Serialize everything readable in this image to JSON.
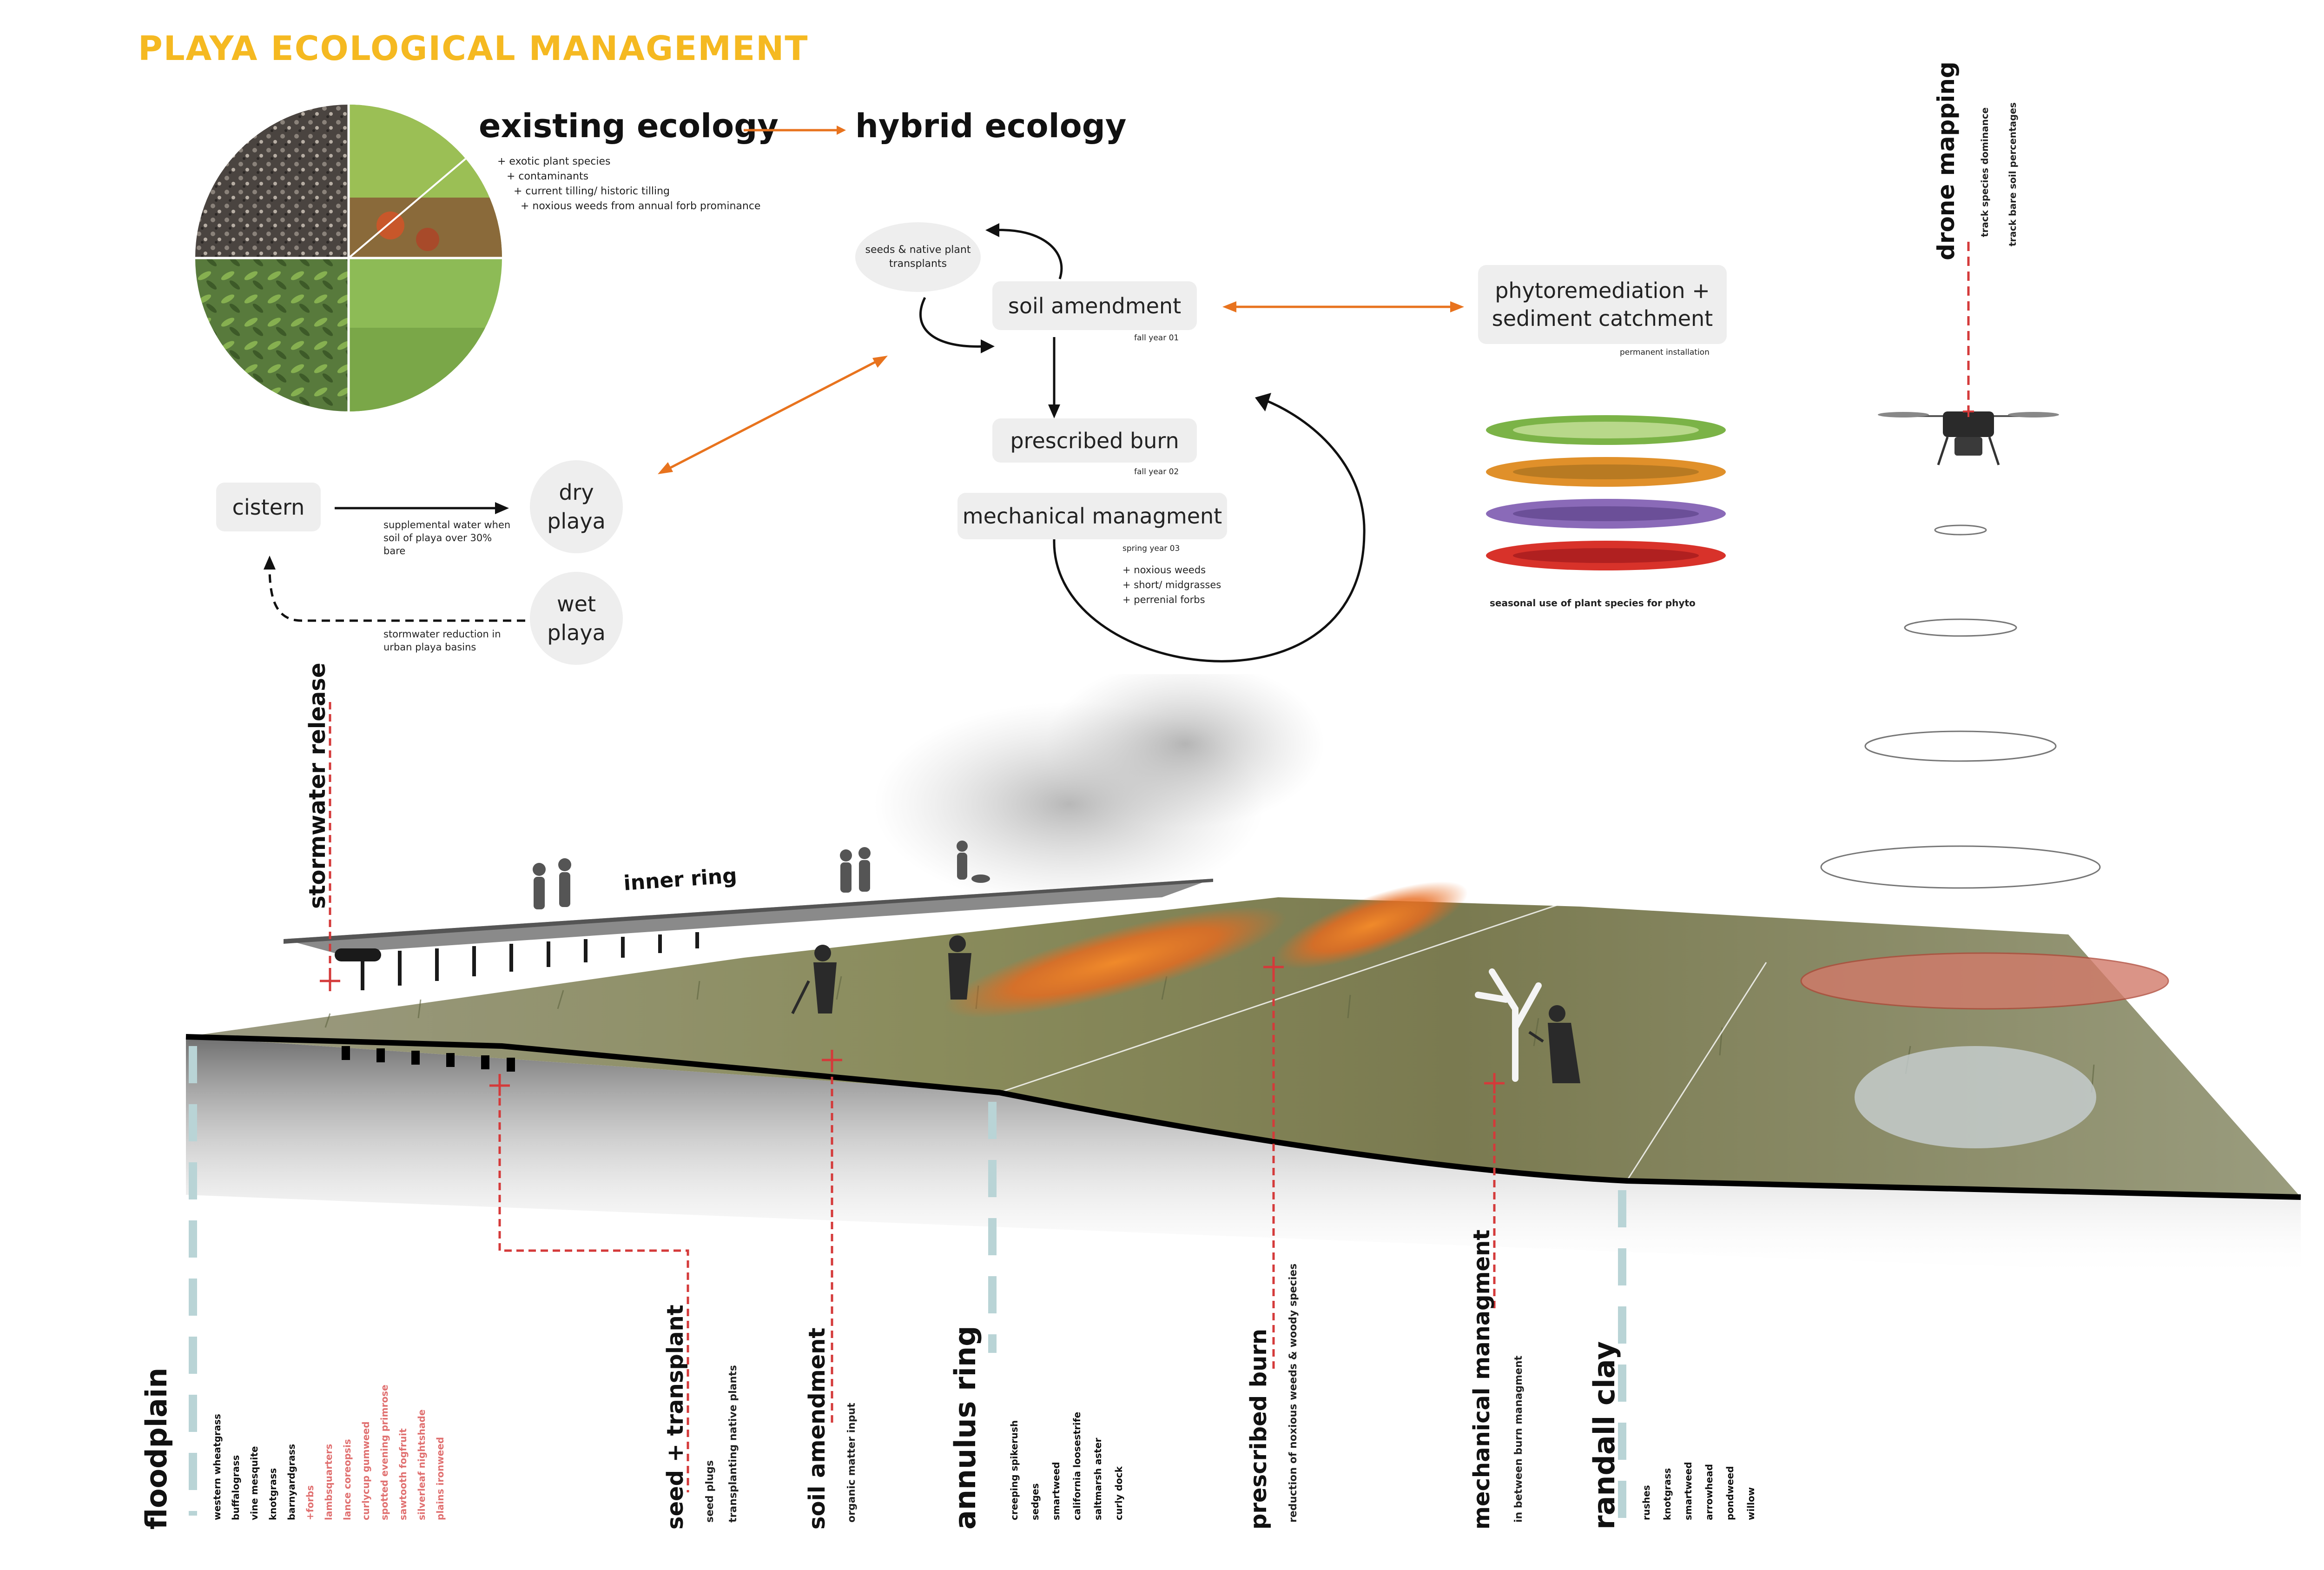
{
  "header": {
    "title": "PLAYA ECOLOGICAL MANAGEMENT"
  },
  "top": {
    "existing_title": "existing ecology",
    "hybrid_title": "hybrid ecology",
    "existing_items": [
      "+ exotic plant species",
      "+ contaminants",
      "+ current tilling/ historic tilling",
      "+ noxious weeds from annual forb prominance"
    ]
  },
  "cycle": {
    "seeds_bubble": "seeds & native plant transplants",
    "soil_amendment": "soil amendment",
    "soil_amendment_note": "fall year 01",
    "prescribed_burn": "prescribed burn",
    "prescribed_burn_note": "fall year 02",
    "mechanical": "mechanical managment",
    "mechanical_note": "spring year 03",
    "mechanical_items": [
      "+ noxious weeds",
      "+ short/ midgrasses",
      "+ perrenial forbs"
    ],
    "phyto": "phytoremediation + sediment catchment",
    "phyto_note": "permanent installation",
    "phyto_caption": "seasonal use of plant species for phyto"
  },
  "water": {
    "cistern": "cistern",
    "dry_playa": "dry playa",
    "wet_playa": "wet playa",
    "supplemental": "supplemental water when soil of playa over 30% bare",
    "stormwater_reduction": "stormwater reduction in urban playa basins"
  },
  "drone": {
    "title": "drone mapping",
    "note1": "track species dominance",
    "note2": "track bare soil percentages"
  },
  "section": {
    "stormwater_release": "stormwater release",
    "inner_ring": "inner ring"
  },
  "bottom": {
    "floodplain": {
      "title": "floodplain",
      "species": [
        "western wheatgrass",
        "buffalograss",
        "vine mesquite",
        "knotgrass",
        "barnyardgrass"
      ],
      "red_species": [
        "+forbs",
        "lambsquarters",
        "lance coreopsis",
        "curlycup gumweed",
        "spotted evening primrose",
        "sawtooth fogfruit",
        "silverleaf nightshade",
        "plains ironweed"
      ]
    },
    "seed": {
      "title": "seed + transplant",
      "items": [
        "seed plugs",
        "transplanting native plants"
      ]
    },
    "soil": {
      "title": "soil amendment",
      "items": [
        "organic matter input"
      ]
    },
    "annulus": {
      "title": "annulus ring",
      "species": [
        "creeping spikerush",
        "sedges",
        "smartweed",
        "california loosestrife",
        "saltmarsh aster",
        "curly dock"
      ]
    },
    "burn": {
      "title": "prescribed burn",
      "items": [
        "reduction of noxious weeds & woody species"
      ]
    },
    "mech": {
      "title": "mechanical managment",
      "items": [
        "in between burn managment"
      ]
    },
    "randall": {
      "title": "randall clay",
      "species": [
        "rushes",
        "knotgrass",
        "smartweed",
        "arrowhead",
        "pondweed",
        "willow"
      ]
    }
  },
  "colors": {
    "accent_yellow": "#f5b921",
    "arrow_orange": "#e8731e",
    "red_dash": "#d43a3a",
    "blue_dash": "#b9d4d6"
  }
}
